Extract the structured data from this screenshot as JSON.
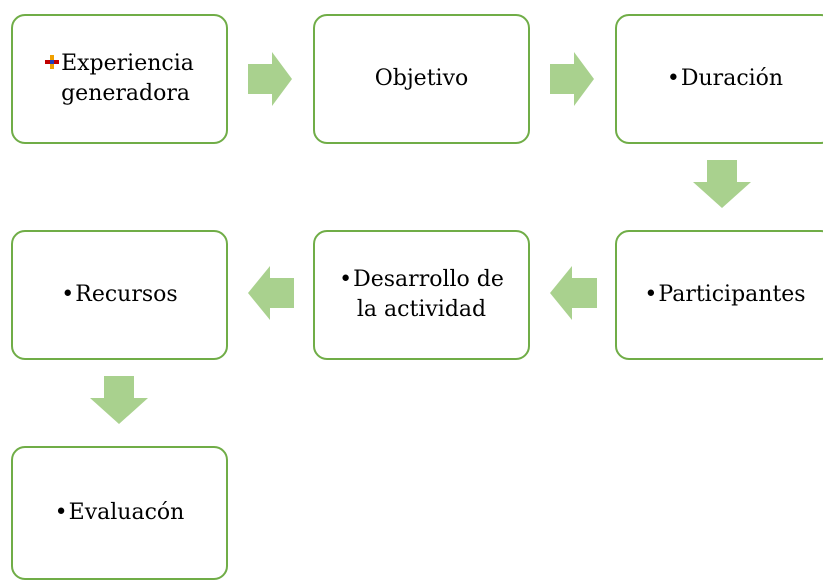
{
  "diagram": {
    "nodes": [
      {
        "id": "experiencia",
        "bullet_icon": "plus-bullet-icon",
        "lines": [
          "Experiencia",
          "generadora"
        ]
      },
      {
        "id": "objetivo",
        "bullet": "",
        "lines": [
          "Objetivo"
        ]
      },
      {
        "id": "duracion",
        "bullet": "•",
        "lines": [
          "Duración"
        ]
      },
      {
        "id": "participantes",
        "bullet": "•",
        "lines": [
          "Participantes"
        ]
      },
      {
        "id": "desarrollo",
        "bullet": "•",
        "lines": [
          "Desarrollo de",
          "la actividad"
        ]
      },
      {
        "id": "recursos",
        "bullet": "•",
        "lines": [
          "Recursos"
        ]
      },
      {
        "id": "evaluacion",
        "bullet": "•",
        "lines": [
          "Evaluacón"
        ]
      }
    ],
    "colors": {
      "box_border": "#70ad47",
      "arrow_fill": "#a9d18e"
    },
    "arrows": [
      {
        "from": "experiencia",
        "to": "objetivo",
        "direction": "right"
      },
      {
        "from": "objetivo",
        "to": "duracion",
        "direction": "right"
      },
      {
        "from": "duracion",
        "to": "participantes",
        "direction": "down"
      },
      {
        "from": "participantes",
        "to": "desarrollo",
        "direction": "left"
      },
      {
        "from": "desarrollo",
        "to": "recursos",
        "direction": "left"
      },
      {
        "from": "recursos",
        "to": "evaluacion",
        "direction": "down"
      }
    ]
  }
}
